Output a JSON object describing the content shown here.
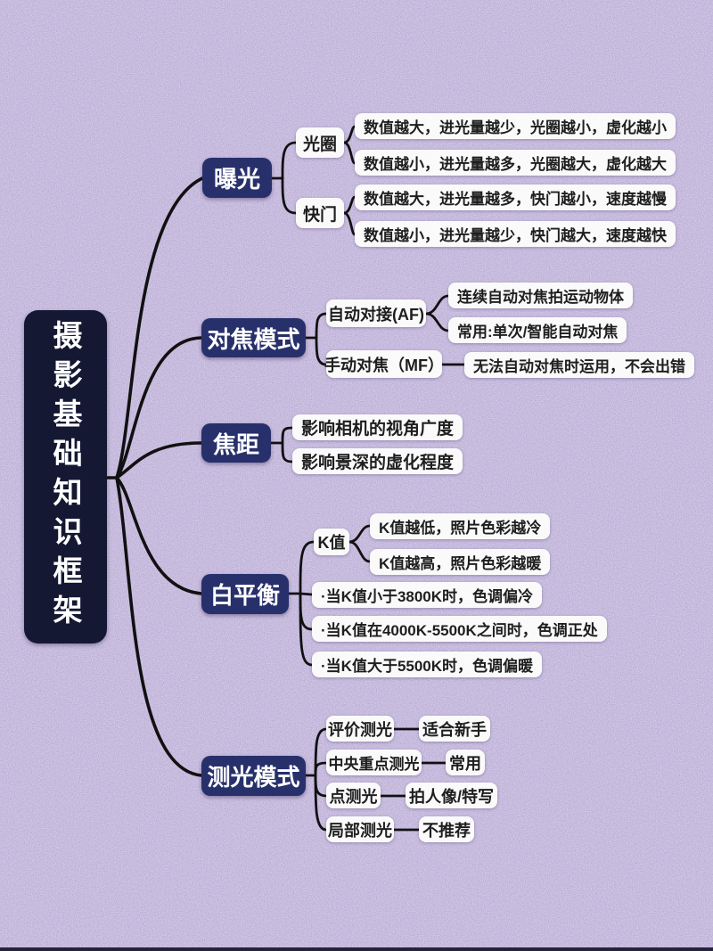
{
  "root": {
    "title": "摄影基础知识框架"
  },
  "branches": [
    {
      "label": "曝光",
      "children": [
        {
          "label": "光圈",
          "leaves": [
            "数值越大，进光量越少，光圈越小，虚化越小",
            "数值越小，进光量越多，光圈越大，虚化越大"
          ]
        },
        {
          "label": "快门",
          "leaves": [
            "数值越大，进光量越多，快门越小，速度越慢",
            "数值越小，进光量越少，快门越大，速度越快"
          ]
        }
      ]
    },
    {
      "label": "对焦模式",
      "children": [
        {
          "label": "自动对接(AF)",
          "leaves": [
            "连续自动对焦拍运动物体",
            "常用:单次/智能自动对焦"
          ]
        },
        {
          "label": "手动对焦（MF）",
          "leaves": [
            "无法自动对焦时运用，不会出错"
          ]
        }
      ]
    },
    {
      "label": "焦距",
      "leaves": [
        "影响相机的视角广度",
        "影响景深的虚化程度"
      ]
    },
    {
      "label": "白平衡",
      "children": [
        {
          "label": "K值",
          "leaves": [
            "K值越低，照片色彩越冷",
            "K值越高，照片色彩越暖"
          ]
        }
      ],
      "notes": [
        "·当K值小于3800K时，色调偏冷",
        "·当K值在4000K-5500K之间时，色调正处",
        "·当K值大于5500K时，色调偏暖"
      ]
    },
    {
      "label": "测光模式",
      "pairs": [
        {
          "label": "评价测光",
          "value": "适合新手"
        },
        {
          "label": "中央重点测光",
          "value": "常用"
        },
        {
          "label": "点测光",
          "value": "拍人像/特写"
        },
        {
          "label": "局部测光",
          "value": "不推荐"
        }
      ]
    }
  ],
  "colors": {
    "background": "#b5a7d3",
    "root_box": "#151833",
    "branch_box": "#27306b",
    "leaf_box": "#fbfafa",
    "line": "#111111",
    "leaf_text": "#1e1e1e",
    "node_text": "#ffffff"
  }
}
